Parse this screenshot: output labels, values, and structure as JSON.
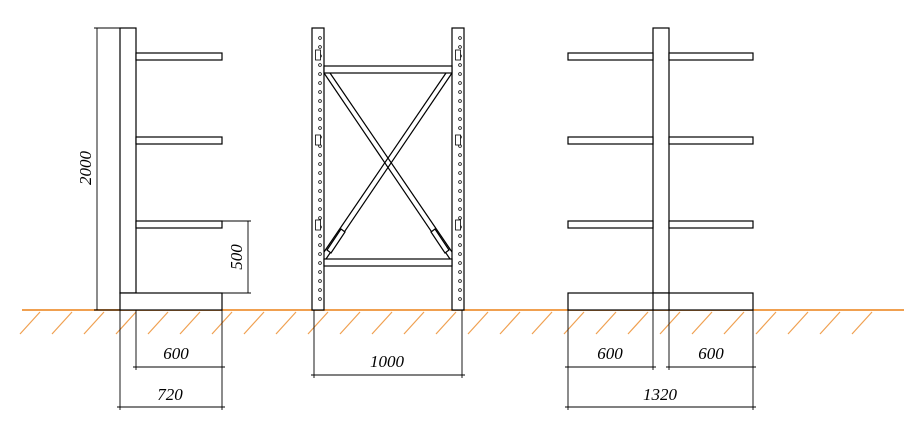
{
  "colors": {
    "ground": "#f0a050",
    "line": "#000000",
    "background": "#ffffff"
  },
  "dimensions": {
    "height_total": "2000",
    "shelf_spacing": "500",
    "arm_length_left": "600",
    "base_length_left": "720",
    "frame_width": "1000",
    "arm_length_right_a": "600",
    "arm_length_right_b": "600",
    "base_length_right": "1320"
  }
}
